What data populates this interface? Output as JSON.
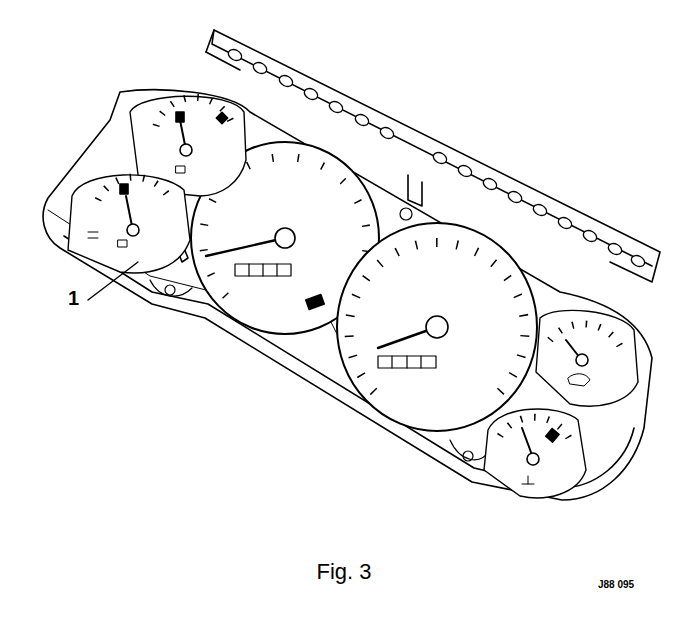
{
  "diagram": {
    "caption": "Fig. 3",
    "labels": [
      "1",
      "J88 095"
    ]
  }
}
